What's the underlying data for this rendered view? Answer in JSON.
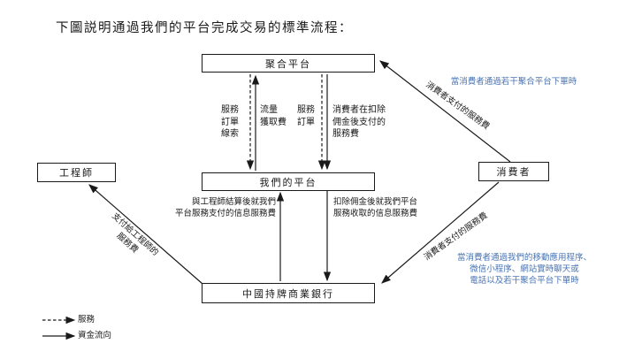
{
  "title": "下圖説明通過我們的平台完成交易的標準流程：",
  "boxes": {
    "aggregator": "聚合平台",
    "our_platform": "我們的平台",
    "bank": "中國持牌商業銀行",
    "engineer": "工程師",
    "consumer": "消費者"
  },
  "flow_labels": {
    "service_order_leads": "服務\n訂單\n線索",
    "traffic_acquisition_fee": "流量\n獲取費",
    "service_order": "服務\n訂單",
    "consumer_fee_after_commission": "消費者在扣除\n佣金後支付的\n服務費",
    "info_fee_paid_engineers": "與工程師結算後就我們\n平台服務支付的信息服務費",
    "info_fee_collected": "扣除佣金後就我們平台\n服務收取的信息服務費",
    "engineer_service_fee": "支付給工程師的\n服務費",
    "consumer_paid_fee_top": "消費者支付的服務費",
    "consumer_paid_fee_bottom": "消費者支付的服務費"
  },
  "notes": {
    "top": "當消費者通過若干聚合平台下單時",
    "bottom": "當消費者通過我們的移動應用程序、\n微信小程序、網站實時聊天或\n電話以及若干聚合平台下單時"
  },
  "legend": {
    "dashed_label": "服務",
    "solid_label": "資金流向"
  },
  "colors": {
    "note_blue": "#4a74b2",
    "line_black": "#1a1a1a"
  }
}
